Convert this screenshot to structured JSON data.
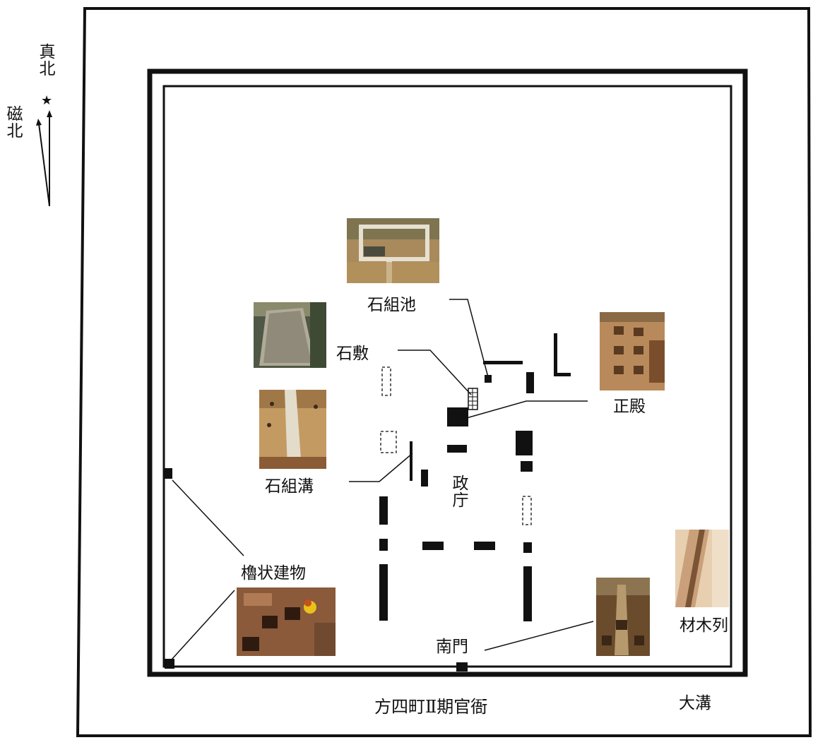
{
  "compass": {
    "true_north": "真北",
    "magnetic_north": "磁北",
    "star": "★"
  },
  "labels": {
    "ishigumi_ike": "石組池",
    "ishijiki": "石敷",
    "ishigumi_mizo": "石組溝",
    "seiden": "正殿",
    "seichou": "政庁",
    "yaguragata": "櫓状建物",
    "nanmon": "南門",
    "zaimokuretsu": "材木列",
    "oomizo": "大溝",
    "caption": "方四町Ⅱ期官衙"
  },
  "photos": [
    {
      "name": "stone-pond-photo",
      "icon": "excavation-photo"
    },
    {
      "name": "stone-pavement-photo",
      "icon": "excavation-photo"
    },
    {
      "name": "stone-ditch-photo",
      "icon": "excavation-photo"
    },
    {
      "name": "main-hall-photo",
      "icon": "excavation-photo"
    },
    {
      "name": "tower-building-photo",
      "icon": "excavation-photo"
    },
    {
      "name": "south-gate-photo",
      "icon": "excavation-photo"
    },
    {
      "name": "timber-row-photo",
      "icon": "excavation-photo"
    }
  ],
  "colors": {
    "line": "#111111",
    "soil": "#b98a55",
    "stone": "#d8d2c4",
    "dark_soil": "#5a3b22"
  }
}
